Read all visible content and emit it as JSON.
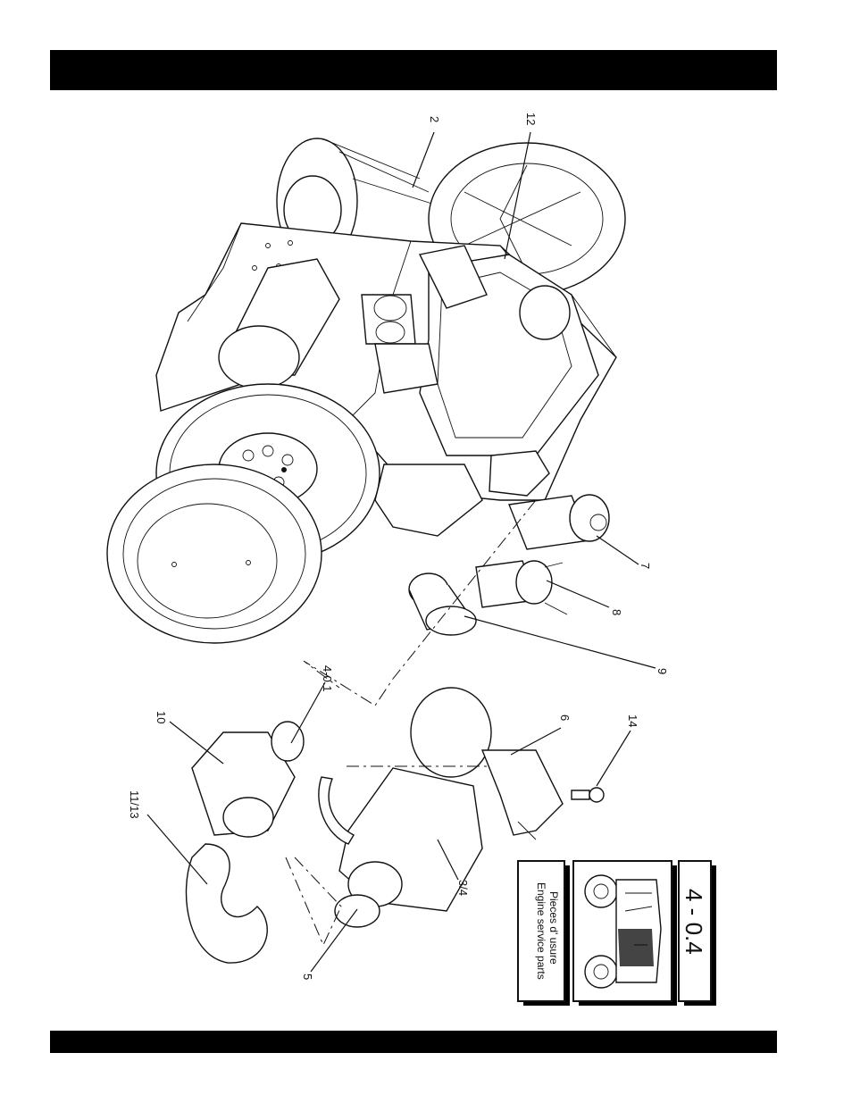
{
  "callouts": {
    "c2": "2",
    "c12": "12",
    "c7": "7",
    "c8": "8",
    "c9": "9",
    "c401": "4-0.1",
    "c10": "10",
    "c1113": "11/13",
    "c6": "6",
    "c14": "14",
    "c34": "3/4",
    "c5": "5"
  },
  "section_number": "4 - 0.4",
  "section_title_line1": "Engine service parts",
  "section_title_line2": "Pieces d' usure"
}
